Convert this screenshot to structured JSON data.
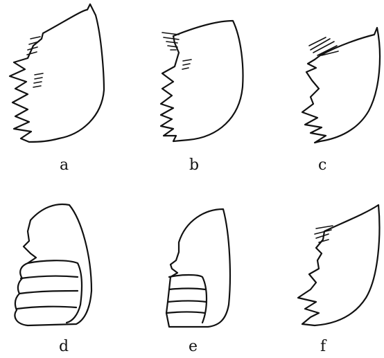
{
  "figure": {
    "panels": [
      {
        "label": "a"
      },
      {
        "label": "b"
      },
      {
        "label": "c"
      },
      {
        "label": "d"
      },
      {
        "label": "e"
      },
      {
        "label": "f"
      }
    ]
  }
}
